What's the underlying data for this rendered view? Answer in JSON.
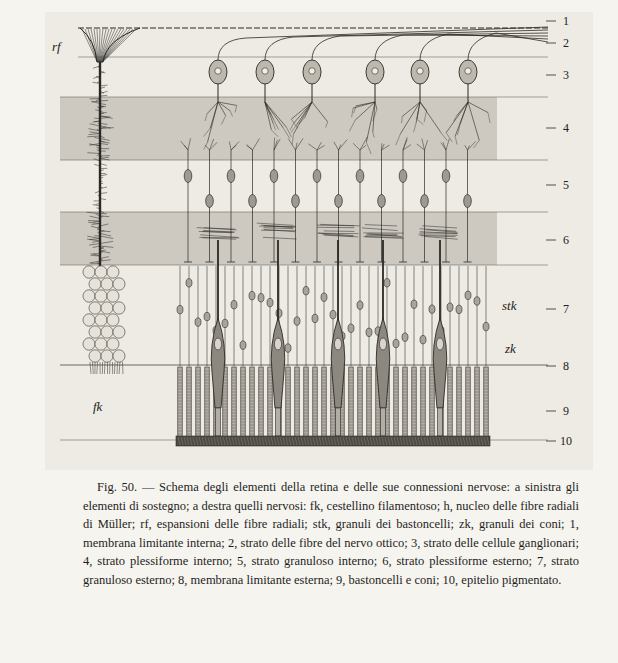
{
  "diagram": {
    "caption": "Fig. 50. — Schema degli elementi della retina e delle sue connessioni nervose: a sinistra gli elementi di sostegno; a destra quelli nervosi: fk, cestellino filamentoso; h, nucleo delle fibre radiali di Müller; rf, espansioni delle fibre radiali; stk, granuli dei bastoncelli; zk, granuli dei coni; 1, membrana limitante interna; 2, strato delle fibre del nervo ottico; 3, strato delle cellule ganglionari; 4, strato plessiforme interno; 5, strato granuloso interno; 6, strato plessiforme esterno; 7, strato granuloso esterno; 8, membrana limitante esterna; 9, bastoncelli e coni; 10, epitelio pigmentato.",
    "labels": [
      "1",
      "2",
      "3",
      "4",
      "5",
      "6",
      "7",
      "8",
      "9",
      "10",
      "rf",
      "stk",
      "zk",
      "fk"
    ]
  }
}
